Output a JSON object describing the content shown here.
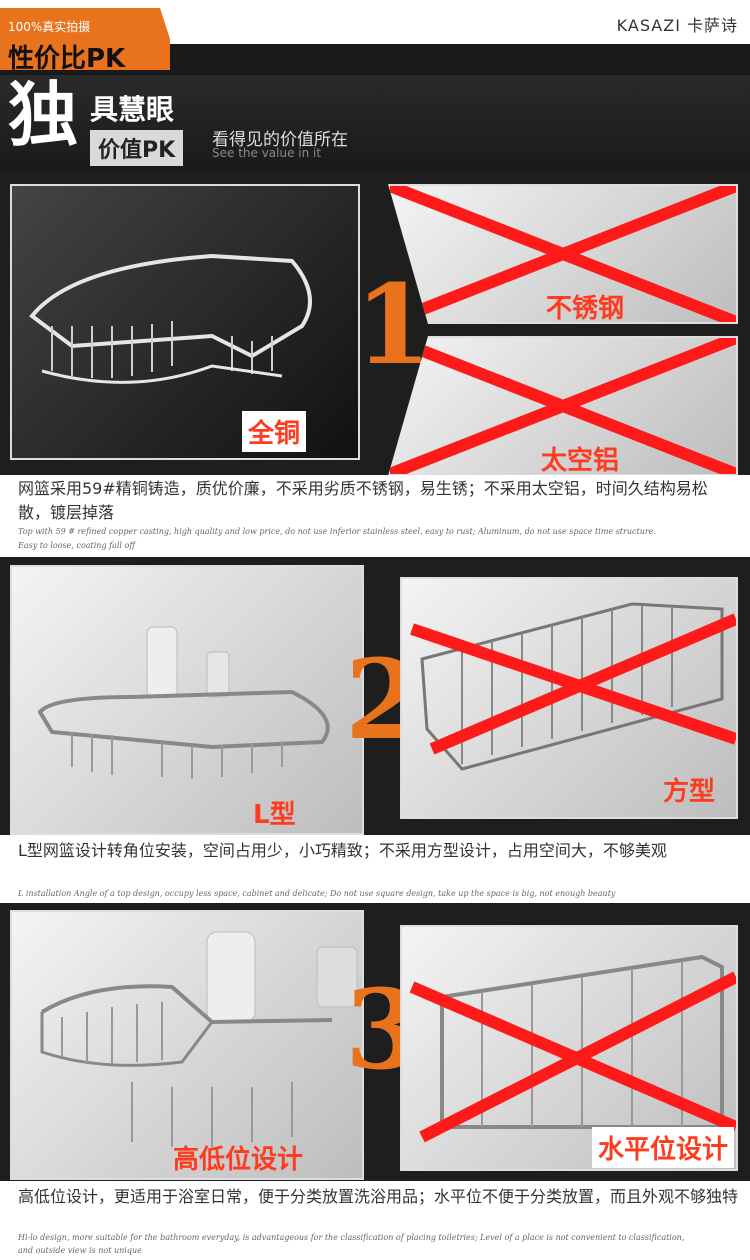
{
  "header": {
    "tag_small": "100%真实拍摄",
    "tag_big": "性价比PK",
    "brand": "KASAZI 卡萨诗"
  },
  "title": {
    "big_char": "独",
    "sub": "具慧眼",
    "pk": "价值PK",
    "slogan_cn": "看得见的价值所在",
    "slogan_en": "See the value in it"
  },
  "sections": [
    {
      "number": "1",
      "left_label": "全铜",
      "right_top_label": "不锈钢",
      "right_bottom_label": "太空铝",
      "desc_cn": "网篮采用59#精铜铸造，质优价廉，不采用劣质不锈钢，易生锈；不采用太空铝，时间久结构易松散，镀层掉落",
      "desc_en_1": "Top with 59 # refined copper casting, high quality and low price, do not use inferior stainless steel, easy to rust; Aluminum, do not use space time structure.",
      "desc_en_2": "Easy to loose, coating fall off"
    },
    {
      "number": "2",
      "left_label": "L型",
      "right_label": "方型",
      "desc_cn": "L型网篮设计转角位安装，空间占用少，小巧精致；不采用方型设计，占用空间大，不够美观",
      "desc_en_1": "L installation Angle of a top design, occupy less space, cabinet and delicate; Do not use square design, take up the space is big, not enough beauty"
    },
    {
      "number": "3",
      "left_label": "高低位设计",
      "right_label": "水平位设计",
      "desc_cn": "高低位设计，更适用于浴室日常，便于分类放置洗浴用品；水平位不便于分类放置，而且外观不够独特",
      "desc_en_1": "Hi-lo design, more suitable for the bathroom everyday, is advantageous for the classification of placing toiletries; Level of a place is not convenient to classification,",
      "desc_en_2": "and outside view is not unique"
    }
  ],
  "colors": {
    "accent": "#e8731c",
    "cross": "#ff1a1a",
    "label": "#ff3b1f"
  }
}
